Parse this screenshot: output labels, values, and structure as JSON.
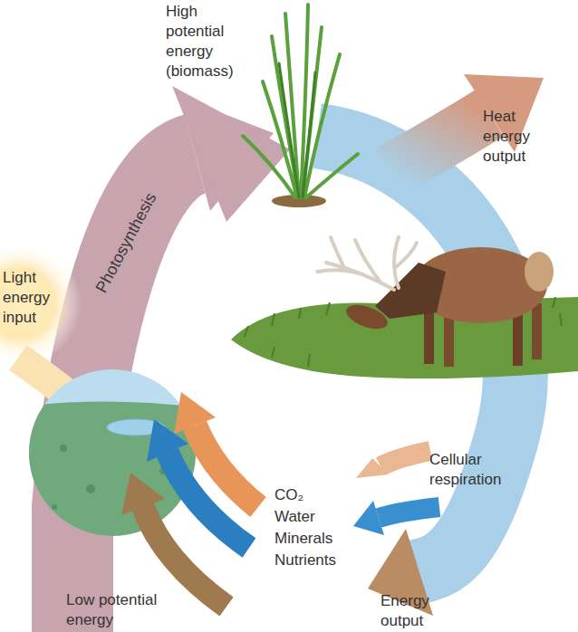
{
  "diagram": {
    "labels": [
      "High potential energy (biomass)",
      "Heat energy output",
      "Photosynthesis",
      "Light energy input",
      "Cellular respiration",
      "CO₂",
      "Water",
      "Minerals",
      "Nutrients",
      "Low potential energy",
      "Energy output"
    ]
  }
}
